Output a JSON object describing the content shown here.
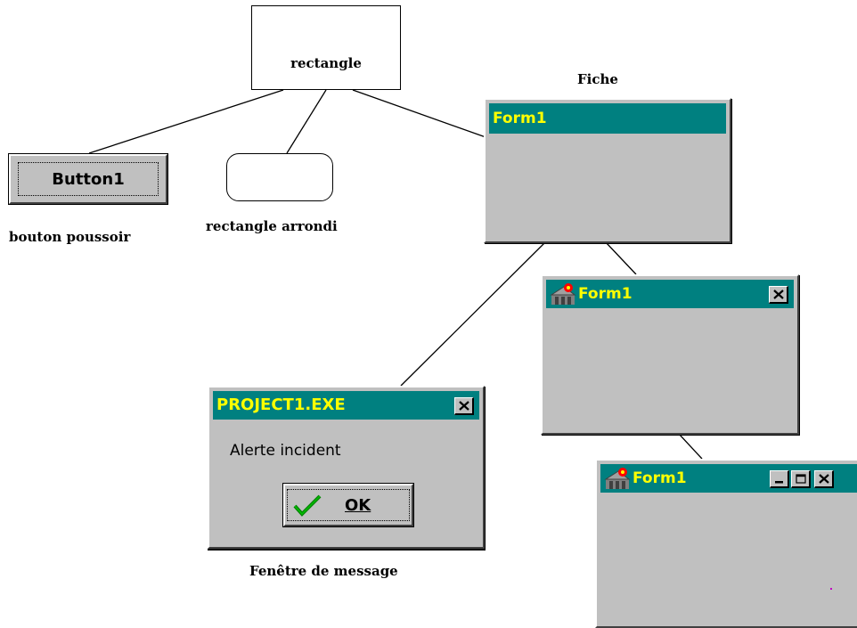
{
  "rectangle": {
    "label": "rectangle"
  },
  "fiche": {
    "caption": "Fiche",
    "title": "Form1"
  },
  "button": {
    "label": "Button1",
    "caption": "bouton poussoir"
  },
  "rounded": {
    "caption": "rectangle arrondi"
  },
  "message": {
    "title": "PROJECT1.EXE",
    "text": "Alerte incident",
    "ok_label": "OK",
    "caption": "Fenêtre de message"
  },
  "form_close": {
    "title": "Form1"
  },
  "form_full": {
    "title": "Form1"
  },
  "colors": {
    "titlebar": "#008080",
    "title_text": "#ffff00",
    "face": "#c0c0c0"
  },
  "icons": [
    "app-icon",
    "close-icon",
    "minimize-icon",
    "maximize-icon",
    "checkmark-icon"
  ]
}
